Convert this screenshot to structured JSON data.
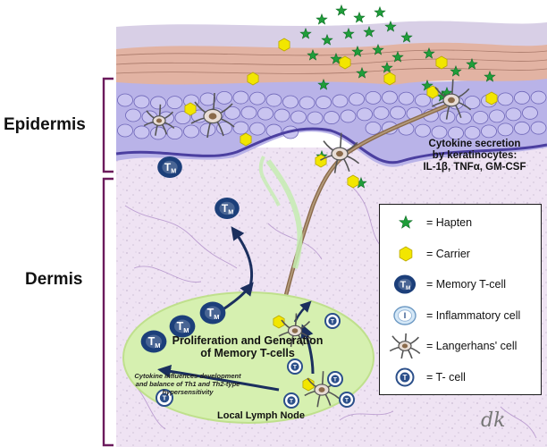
{
  "labels": {
    "epidermis": "Epidermis",
    "dermis": "Dermis"
  },
  "callout": {
    "line1": "Cytokine secretion",
    "line2": "by keratinocytes:",
    "line3": "IL-1β, TNFα, GM-CSF"
  },
  "lymph_node": {
    "title_line1": "Proliferation and Generation",
    "title_line2": "of Memory T-cells",
    "note_line1": "Cytokine influences development",
    "note_line2": "and balance of Th1 and Th2-type",
    "note_line3": "hypersensitivity",
    "name": "Local Lymph Node"
  },
  "cell_letters": {
    "memory": "T",
    "memory_sub": "M",
    "tcell": "T",
    "inflammatory": "I"
  },
  "legend": [
    {
      "symbol": "star-icon",
      "label": "= Hapten"
    },
    {
      "symbol": "hexagon-icon",
      "label": "= Carrier"
    },
    {
      "symbol": "memory-tcell-icon",
      "label": "= Memory T-cell"
    },
    {
      "symbol": "inflammatory-cell-icon",
      "label": "= Inflammatory cell"
    },
    {
      "symbol": "langerhans-cell-icon",
      "label": "= Langerhans' cell"
    },
    {
      "symbol": "tcell-icon",
      "label": "= T- cell"
    }
  ],
  "signature": "dk",
  "colors": {
    "hapten": "#1f9e3a",
    "carrier": "#f2e600",
    "memory_cell": "#1c3f7a",
    "tcell_ring": "#2b4f8a",
    "dermis": "#efe3f3",
    "epidermis_cells": "#b9b3e8",
    "stratum_corneum": "#e2b3a3",
    "lymph_node": "#d6f0b0",
    "bracket": "#6b1a5c",
    "arrow": "#1b2f5e",
    "lc_path": "#8a6a4a"
  }
}
